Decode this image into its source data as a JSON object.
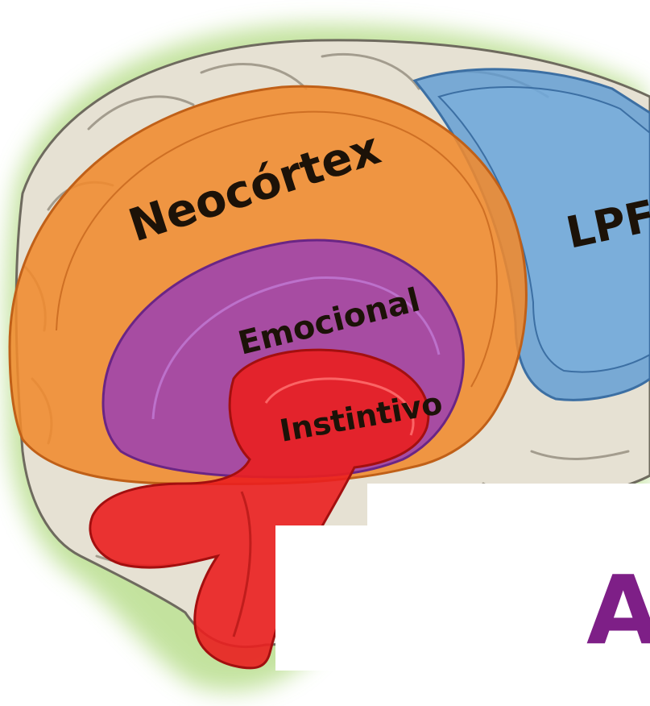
{
  "labels": {
    "neocortex": "Neocórtex",
    "lpf": "LPF",
    "emocional": "Emocional",
    "instintivo": "Instintivo"
  },
  "logo_text": "A",
  "colors": {
    "background": "#ffffff",
    "glow": "#b9de8e",
    "brain": "#e6e1d3",
    "neocortex": "#f08a2e",
    "lpf": "#5d9bd4",
    "emocional": "#9a3fb3",
    "instintivo": "#ea1f1f",
    "logo": "#7e1f87"
  }
}
